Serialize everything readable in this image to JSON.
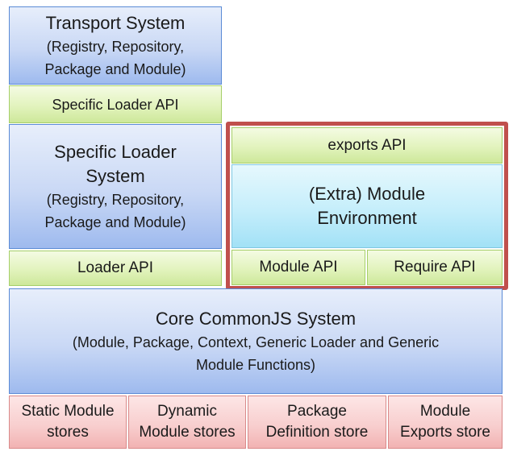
{
  "transport": {
    "title": "Transport System",
    "sub1": "(Registry, Repository,",
    "sub2": "Package and Module)",
    "api": "Specific Loader API"
  },
  "specific_loader": {
    "title1": "Specific Loader",
    "title2": "System",
    "sub1": "(Registry, Repository,",
    "sub2": "Package and Module)",
    "api": "Loader  API"
  },
  "extra": {
    "exports_api": "exports API",
    "title1": "(Extra) Module",
    "title2": "Environment",
    "module_api": "Module  API",
    "require_api": "Require API"
  },
  "core": {
    "title": "Core CommonJS System",
    "sub1": "(Module, Package, Context, Generic Loader and Generic",
    "sub2": "Module Functions)"
  },
  "stores": [
    {
      "line1": "Static Module",
      "line2": "stores"
    },
    {
      "line1": "Dynamic",
      "line2": "Module stores"
    },
    {
      "line1": "Package",
      "line2": "Definition store"
    },
    {
      "line1": "Module",
      "line2": "Exports store"
    }
  ],
  "colors": {
    "blue": "#c9d8f5",
    "green": "#e2f3bd",
    "red": "#f8cfcf",
    "cyan": "#c5eefb",
    "highlight_border": "#c0504d"
  }
}
